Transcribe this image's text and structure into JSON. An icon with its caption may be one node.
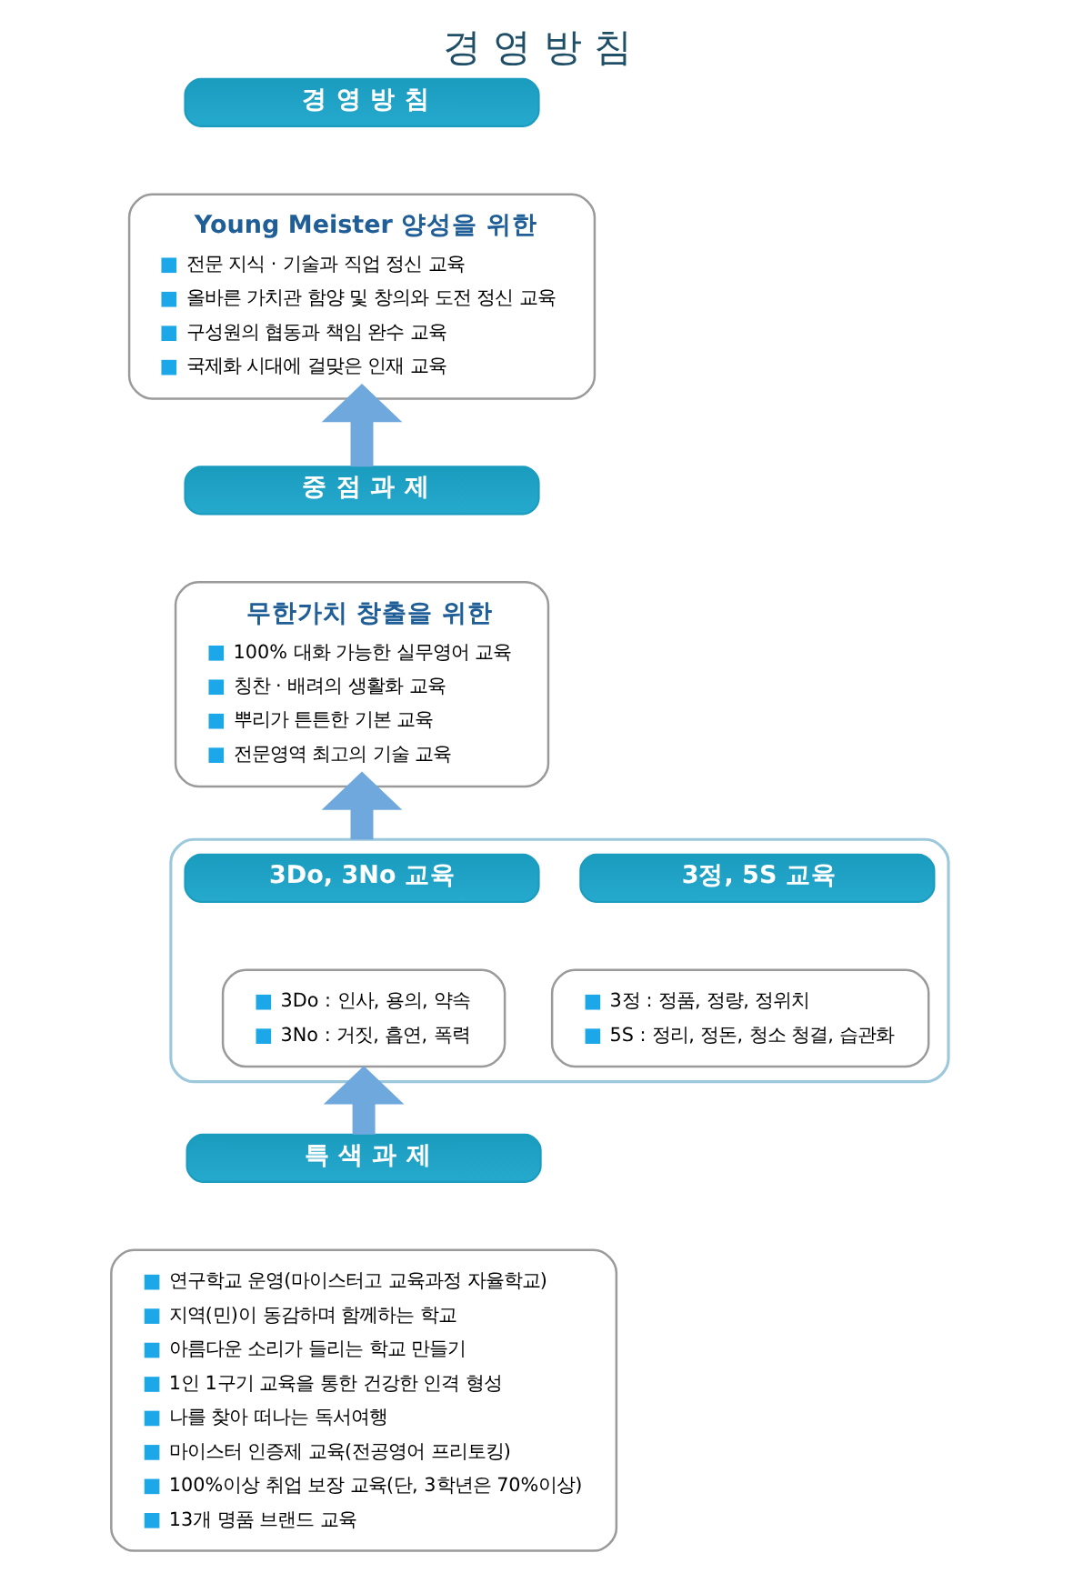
{
  "diagram": {
    "title": "경 영 방 침",
    "nodes": [
      {
        "text": [
          "경 영 방 침"
        ]
      },
      {
        "text": [
          "Young Meister 양성을 위한",
          "전문 지식 · 기술과 직업 정신 교육",
          "올바른 가치관 함양 및 창의와 도전 정신 교육",
          "구성원의 협동과 책임 완수 교육",
          "국제화 시대에 걸맞은 인재 교육"
        ]
      },
      {
        "text": [
          "중 점 과 제"
        ]
      },
      {
        "text": [
          "무한가치 창출을 위한",
          "100% 대화 가능한 실무영어 교육",
          "칭찬 · 배려의 생활화 교육",
          "뿌리가 튼튼한 기본 교육",
          "전문영역 최고의 기술 교육"
        ]
      },
      {
        "text": [],
        "shape": "box"
      },
      {
        "text": [
          "3Do, 3No 교육"
        ],
        "in": 4
      },
      {
        "text": [
          "3Do : 인사, 용의, 약속",
          "3No : 거짓, 흡연, 폭력"
        ],
        "in": 4
      },
      {
        "text": [
          "3정, 5S 교육"
        ],
        "in": 4
      },
      {
        "text": [
          "3정 : 정품, 정량, 정위치",
          "5S : 정리, 정돈, 청소 청결, 습관화"
        ],
        "in": 4
      },
      {
        "text": [
          "특 색 과 제"
        ]
      },
      {
        "text": [
          "연구학교 운영(마이스터고 교육과정 자율학교)",
          "지역(민)이 동감하며 함께하는 학교",
          "아름다운 소리가 들리는 학교 만들기",
          "1인 1구기 교육을 통한 건강한 인격 형성",
          "나를 찾아 떠나는 독서여행",
          "마이스터 인증제 교육(전공영어 프리토킹)",
          "100%이상 취업 보장 교육(단, 3학년은 70%이상)",
          "13개 명품 브랜드 교육"
        ]
      }
    ],
    "edges": [
      {
        "from": 2,
        "to": 1,
        "arrow": "to"
      },
      {
        "from": 4,
        "to": 3,
        "arrow": "to"
      },
      {
        "from": 9,
        "to": 4,
        "arrow": "to"
      }
    ]
  }
}
